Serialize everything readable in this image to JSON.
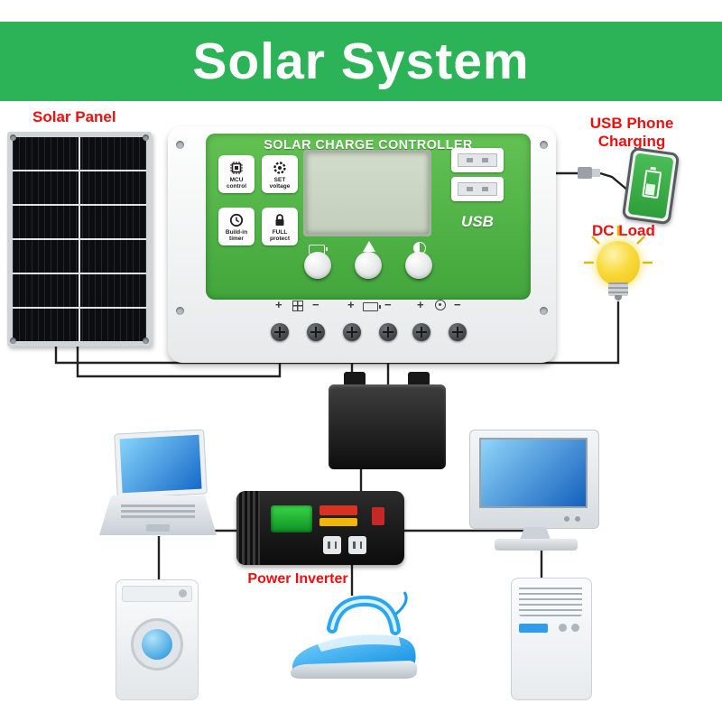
{
  "title": "Solar System",
  "labels": {
    "solar_panel": "Solar Panel",
    "usb_phone_line1": "USB Phone",
    "usb_phone_line2": "Charging",
    "dc_load": "DC Load",
    "power_inverter": "Power Inverter"
  },
  "controller": {
    "title": "SOLAR CHARGE CONTROLLER",
    "features": [
      {
        "line1": "MCU",
        "line2": "control",
        "icon": "chip-icon"
      },
      {
        "line1": "SET",
        "line2": "voltage",
        "icon": "gear-icon"
      },
      {
        "line1": "Build-in",
        "line2": "timer",
        "icon": "clock-icon"
      },
      {
        "line1": "FULL",
        "line2": "protect",
        "icon": "lock-icon"
      }
    ],
    "usb_logo": "USB",
    "terminals": {
      "plus": "+",
      "minus": "−"
    }
  },
  "colors": {
    "header_green": "#2cb357",
    "label_red": "#ee0f0f",
    "controller_green": "#4fb045",
    "lcd": "#c9d4c2",
    "bulb_yellow": "#f3cf1a",
    "screen_blue": "#2e9df0"
  }
}
